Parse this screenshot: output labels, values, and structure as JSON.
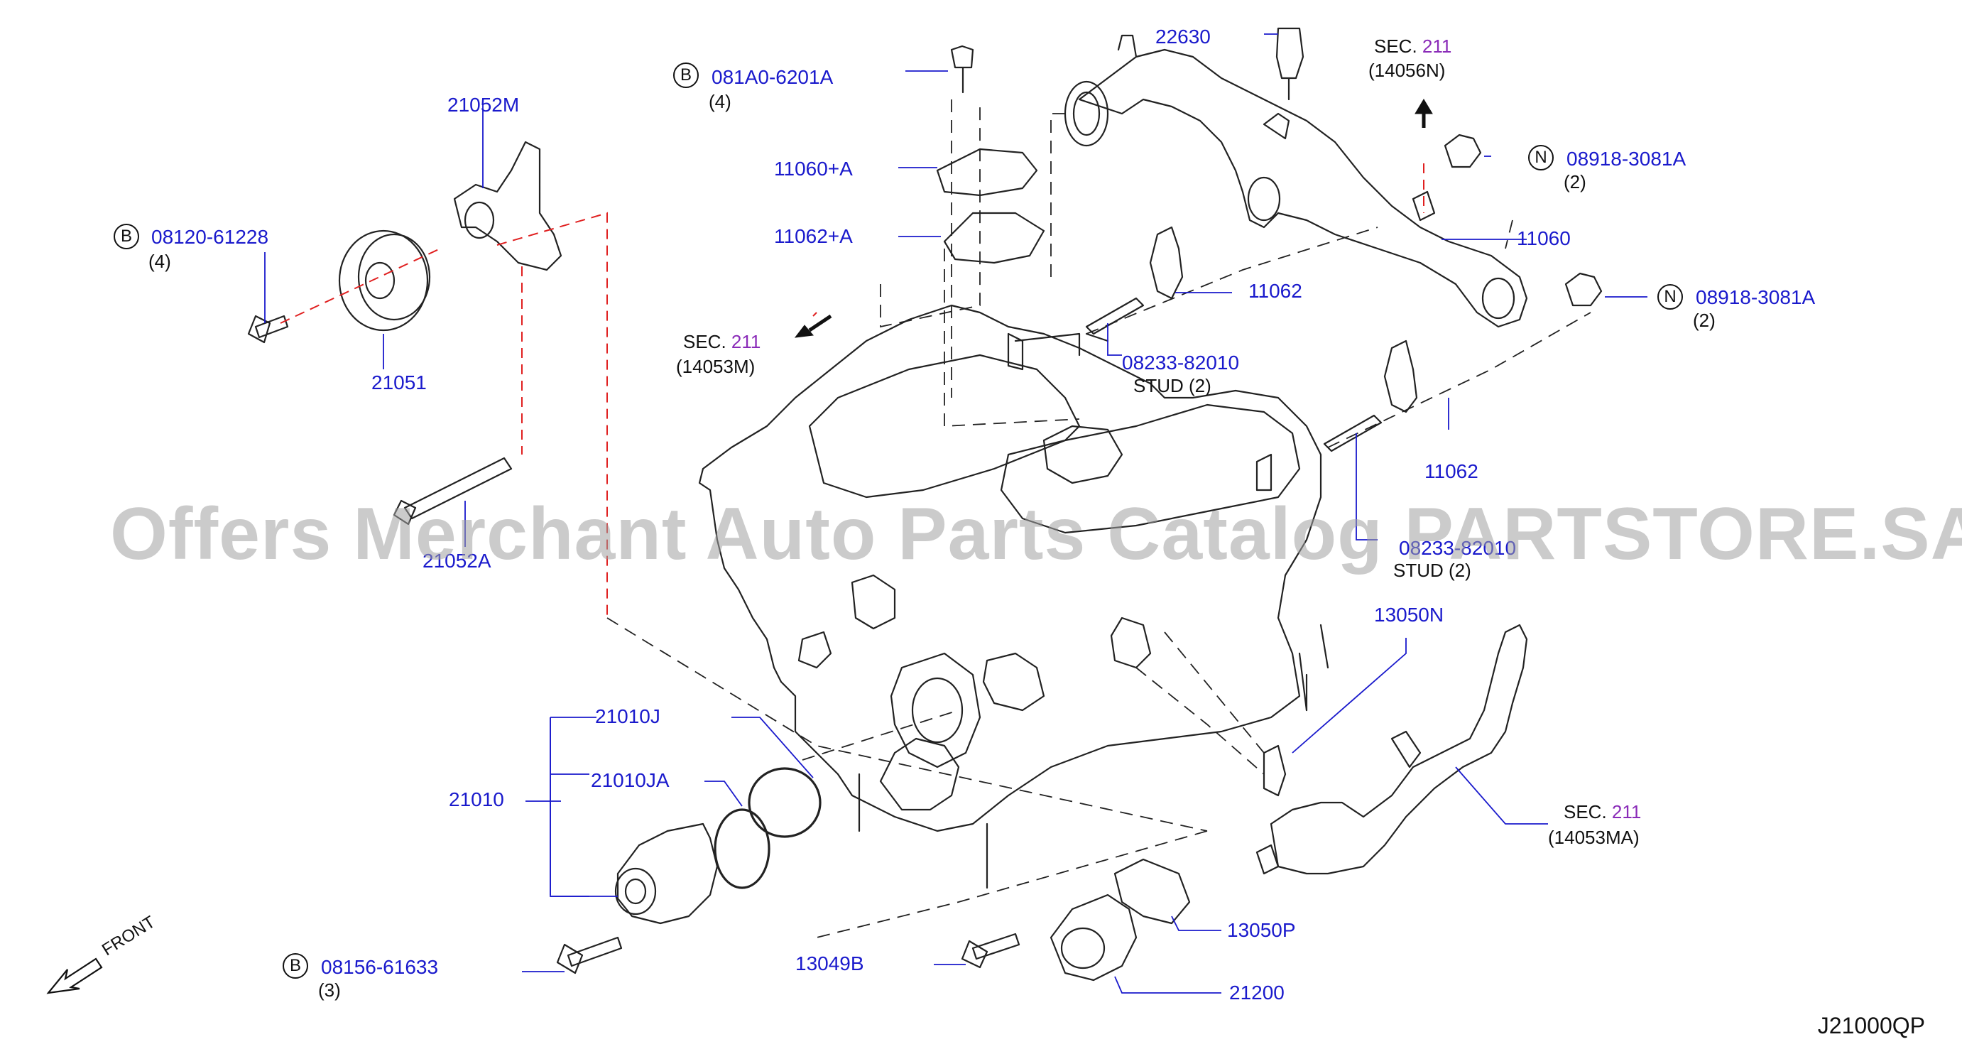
{
  "labels": {
    "p22630": "22630",
    "p081a0": "081A0-6201A",
    "p08918": "08918-3081A",
    "p11060a": "11060+A",
    "p11062a": "11062+A",
    "p11060": "11060",
    "p21052m": "21052M",
    "p08120": "08120-61228",
    "p11062": "11062",
    "p08233": "08233-82010",
    "stud": "STUD",
    "p21051": "21051",
    "p21052a": "21052A",
    "p13050n": "13050N",
    "p21010j": "21010J",
    "p21010ja": "21010JA",
    "p21010": "21010",
    "front": "FRONT",
    "p13050p": "13050P",
    "p08156": "08156-61633",
    "p13049b": "13049B",
    "p21200": "21200"
  },
  "callouts": {
    "b": "B",
    "n": "N"
  },
  "qty": {
    "q2": "(2)",
    "q3": "(3)",
    "q4": "(4)"
  },
  "sec": {
    "word": "SEC.",
    "num": "211",
    "c14056n": "(14056N)",
    "c14053m": "(14053M)",
    "c14053ma": "(14053MA)"
  },
  "watermark": "Offers Merchant Auto Parts Catalog PARTSTORE.SA",
  "diagram_code": "J21000QP"
}
